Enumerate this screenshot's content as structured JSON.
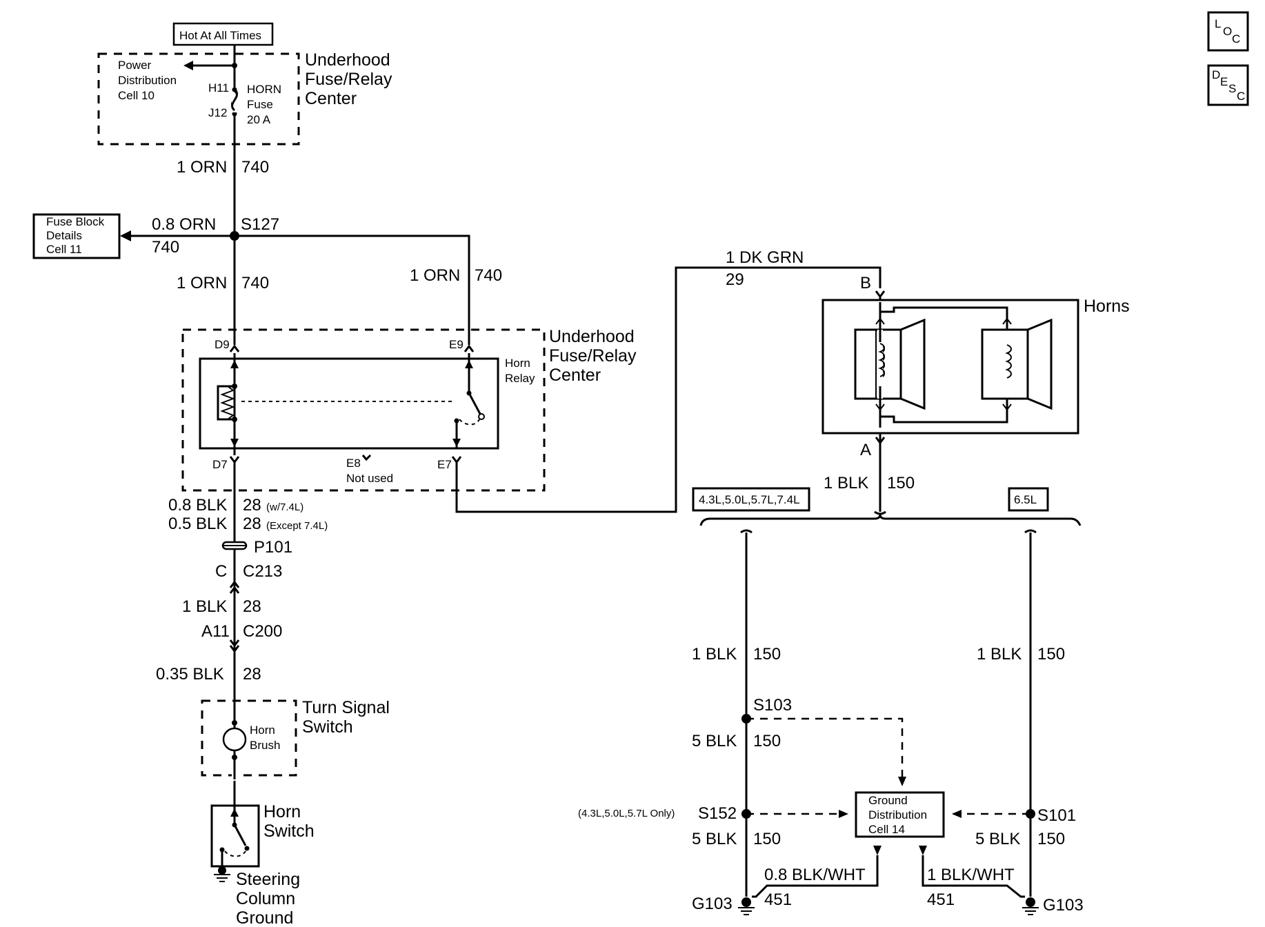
{
  "toolbar": {
    "loc": {
      "l": "L",
      "o": "O",
      "c": "C"
    },
    "desc": {
      "d": "D",
      "e": "E",
      "s": "S",
      "c": "C"
    }
  },
  "labels": {
    "hot_at_all_times": "Hot At All Times",
    "pdc_power": "Power",
    "pdc_distribution": "Distribution",
    "pdc_cell": "Cell 10",
    "h11": "H11",
    "j12": "J12",
    "fuse_horn": "HORN",
    "fuse_word": "Fuse",
    "fuse_rating": "20 A",
    "underhood_top_1": "Underhood",
    "underhood_top_2": "Fuse/Relay",
    "underhood_top_3": "Center",
    "w_1orn_a": "1 ORN",
    "w_740_a": "740",
    "fuse_block_1": "Fuse Block",
    "fuse_block_2": "Details",
    "fuse_block_3": "Cell 11",
    "w_08orn": "0.8 ORN",
    "w_740_b": "740",
    "s127": "S127",
    "w_1orn_b": "1 ORN",
    "w_740_c": "740",
    "w_1orn_c": "1 ORN",
    "w_740_d": "740",
    "d9": "D9",
    "e9": "E9",
    "horn_relay_1": "Horn",
    "horn_relay_2": "Relay",
    "underhood_mid_1": "Underhood",
    "underhood_mid_2": "Fuse/Relay",
    "underhood_mid_3": "Center",
    "d7": "D7",
    "e8": "E8",
    "not_used": "Not used",
    "e7": "E7",
    "w_08blk": "0.8 BLK",
    "w_28_a": "28",
    "w74": "(w/7.4L)",
    "w_05blk": "0.5 BLK",
    "w_28_b": "28",
    "except74": "(Except 7.4L)",
    "p101": "P101",
    "c_pin": "C",
    "c213": "C213",
    "w_1blk_a": "1 BLK",
    "w_28_c": "28",
    "a11": "A11",
    "c200": "C200",
    "w_035blk": "0.35 BLK",
    "w_28_d": "28",
    "turn_1": "Turn Signal",
    "turn_2": "Switch",
    "brush_1": "Horn",
    "brush_2": "Brush",
    "hsw_1": "Horn",
    "hsw_2": "Switch",
    "sc_1": "Steering",
    "sc_2": "Column",
    "sc_3": "Ground",
    "w_1dkgrn": "1 DK GRN",
    "w_29": "29",
    "b_pin": "B",
    "horns": "Horns",
    "a_pin": "A",
    "w_1blk_b": "1 BLK",
    "w_150_a": "150",
    "engines_a": "4.3L,5.0L,5.7L,7.4L",
    "engines_b": "6.5L",
    "w_1blk_c": "1 BLK",
    "w_150_b": "150",
    "w_1blk_d": "1 BLK",
    "w_150_c": "150",
    "s103": "S103",
    "w_5blk_a": "5 BLK",
    "w_150_d": "150",
    "s152_note": "(4.3L,5.0L,5.7L Only)",
    "s152": "S152",
    "gd_1": "Ground",
    "gd_2": "Distribution",
    "gd_3": "Cell 14",
    "s101": "S101",
    "w_5blk_b": "5 BLK",
    "w_150_e": "150",
    "w_5blk_c": "5 BLK",
    "w_150_f": "150",
    "w_08blkwht": "0.8 BLK/WHT",
    "w_451_a": "451",
    "w_1blkwht": "1 BLK/WHT",
    "w_451_b": "451",
    "g103_a": "G103",
    "g103_b": "G103"
  }
}
